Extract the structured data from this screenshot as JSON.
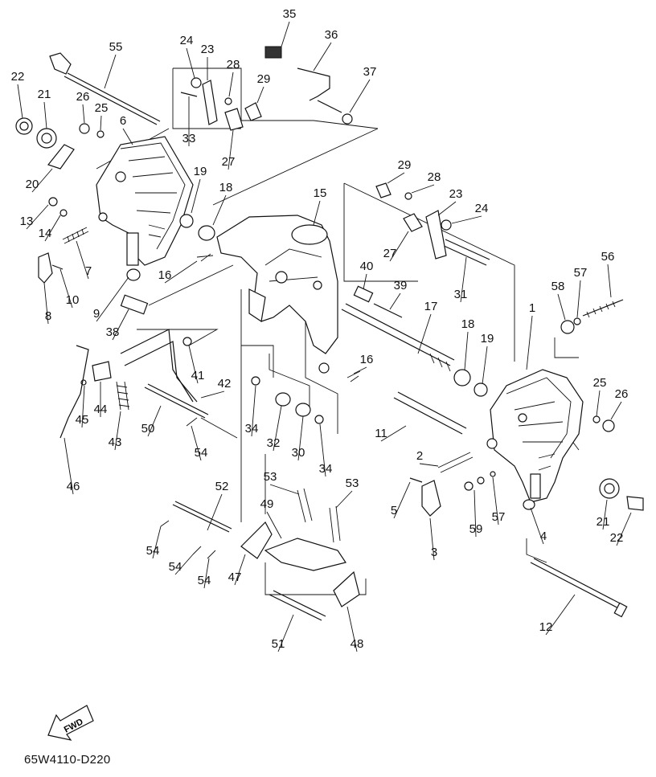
{
  "diagram_code": "65W4110-D220",
  "fwd_label": "FWD",
  "part_labels": [
    {
      "id": "1",
      "text": "1"
    },
    {
      "id": "2",
      "text": "2"
    },
    {
      "id": "3",
      "text": "3"
    },
    {
      "id": "4",
      "text": "4"
    },
    {
      "id": "5",
      "text": "5"
    },
    {
      "id": "6",
      "text": "6"
    },
    {
      "id": "7",
      "text": "7"
    },
    {
      "id": "8",
      "text": "8"
    },
    {
      "id": "9",
      "text": "9"
    },
    {
      "id": "10",
      "text": "10"
    },
    {
      "id": "11",
      "text": "11"
    },
    {
      "id": "12",
      "text": "12"
    },
    {
      "id": "13",
      "text": "13"
    },
    {
      "id": "14",
      "text": "14"
    },
    {
      "id": "15",
      "text": "15"
    },
    {
      "id": "16a",
      "text": "16"
    },
    {
      "id": "16b",
      "text": "16"
    },
    {
      "id": "17",
      "text": "17"
    },
    {
      "id": "18a",
      "text": "18"
    },
    {
      "id": "18b",
      "text": "18"
    },
    {
      "id": "19a",
      "text": "19"
    },
    {
      "id": "19b",
      "text": "19"
    },
    {
      "id": "20",
      "text": "20"
    },
    {
      "id": "21a",
      "text": "21"
    },
    {
      "id": "21b",
      "text": "21"
    },
    {
      "id": "22a",
      "text": "22"
    },
    {
      "id": "22b",
      "text": "22"
    },
    {
      "id": "23a",
      "text": "23"
    },
    {
      "id": "23b",
      "text": "23"
    },
    {
      "id": "24a",
      "text": "24"
    },
    {
      "id": "24b",
      "text": "24"
    },
    {
      "id": "25a",
      "text": "25"
    },
    {
      "id": "25b",
      "text": "25"
    },
    {
      "id": "26a",
      "text": "26"
    },
    {
      "id": "26b",
      "text": "26"
    },
    {
      "id": "27a",
      "text": "27"
    },
    {
      "id": "27b",
      "text": "27"
    },
    {
      "id": "28a",
      "text": "28"
    },
    {
      "id": "28b",
      "text": "28"
    },
    {
      "id": "29a",
      "text": "29"
    },
    {
      "id": "29b",
      "text": "29"
    },
    {
      "id": "30",
      "text": "30"
    },
    {
      "id": "31",
      "text": "31"
    },
    {
      "id": "32",
      "text": "32"
    },
    {
      "id": "33",
      "text": "33"
    },
    {
      "id": "34a",
      "text": "34"
    },
    {
      "id": "34b",
      "text": "34"
    },
    {
      "id": "35",
      "text": "35"
    },
    {
      "id": "36",
      "text": "36"
    },
    {
      "id": "37",
      "text": "37"
    },
    {
      "id": "38",
      "text": "38"
    },
    {
      "id": "39",
      "text": "39"
    },
    {
      "id": "40",
      "text": "40"
    },
    {
      "id": "41",
      "text": "41"
    },
    {
      "id": "42",
      "text": "42"
    },
    {
      "id": "43",
      "text": "43"
    },
    {
      "id": "44",
      "text": "44"
    },
    {
      "id": "45",
      "text": "45"
    },
    {
      "id": "46",
      "text": "46"
    },
    {
      "id": "47",
      "text": "47"
    },
    {
      "id": "48",
      "text": "48"
    },
    {
      "id": "49",
      "text": "49"
    },
    {
      "id": "51",
      "text": "51"
    },
    {
      "id": "50",
      "text": "50"
    },
    {
      "id": "52",
      "text": "52"
    },
    {
      "id": "53a",
      "text": "53"
    },
    {
      "id": "53b",
      "text": "53"
    },
    {
      "id": "54a",
      "text": "54"
    },
    {
      "id": "54b",
      "text": "54"
    },
    {
      "id": "54c",
      "text": "54"
    },
    {
      "id": "54d",
      "text": "54"
    },
    {
      "id": "55",
      "text": "55"
    },
    {
      "id": "56",
      "text": "56"
    },
    {
      "id": "57a",
      "text": "57"
    },
    {
      "id": "57b",
      "text": "57"
    },
    {
      "id": "58",
      "text": "58"
    },
    {
      "id": "59",
      "text": "59"
    }
  ]
}
